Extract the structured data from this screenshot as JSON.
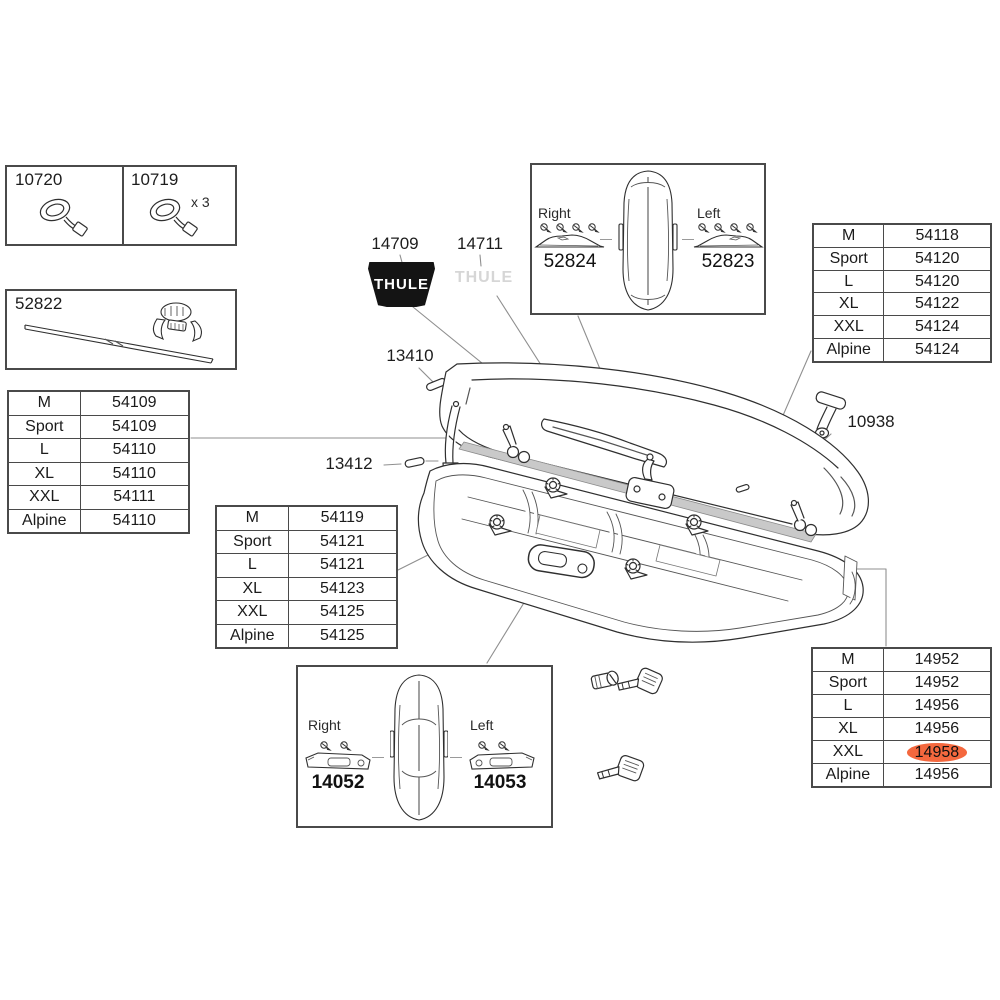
{
  "brand": {
    "logo_text": "THULE"
  },
  "highlight_color": "#f4683e",
  "panels": {
    "strap_left": {
      "id": "10720"
    },
    "strap_right": {
      "id": "10719",
      "qty": "x 3"
    },
    "tension_bar": {
      "id": "52822"
    },
    "lid_lifter": {
      "right_label": "Right",
      "right_id": "52824",
      "left_label": "Left",
      "left_id": "52823"
    },
    "lidlift_panel": {
      "right_label": "Right",
      "right_id": "14052",
      "left_label": "Left",
      "left_id": "14053"
    }
  },
  "callouts": {
    "decal_black": "14709",
    "decal_gray": "14711",
    "pin_upper": "13410",
    "pin_lower": "13412",
    "fitting": "10938"
  },
  "tables": {
    "left": {
      "rows": [
        {
          "size": "M",
          "part": "54109"
        },
        {
          "size": "Sport",
          "part": "54109"
        },
        {
          "size": "L",
          "part": "54110"
        },
        {
          "size": "XL",
          "part": "54110"
        },
        {
          "size": "XXL",
          "part": "54111"
        },
        {
          "size": "Alpine",
          "part": "54110"
        }
      ]
    },
    "top_right": {
      "rows": [
        {
          "size": "M",
          "part": "54118"
        },
        {
          "size": "Sport",
          "part": "54120"
        },
        {
          "size": "L",
          "part": "54120"
        },
        {
          "size": "XL",
          "part": "54122"
        },
        {
          "size": "XXL",
          "part": "54124"
        },
        {
          "size": "Alpine",
          "part": "54124"
        }
      ]
    },
    "middle": {
      "rows": [
        {
          "size": "M",
          "part": "54119"
        },
        {
          "size": "Sport",
          "part": "54121"
        },
        {
          "size": "L",
          "part": "54121"
        },
        {
          "size": "XL",
          "part": "54123"
        },
        {
          "size": "XXL",
          "part": "54125"
        },
        {
          "size": "Alpine",
          "part": "54125"
        }
      ]
    },
    "bottom_right": {
      "highlight_row": 4,
      "rows": [
        {
          "size": "M",
          "part": "14952"
        },
        {
          "size": "Sport",
          "part": "14952"
        },
        {
          "size": "L",
          "part": "14956"
        },
        {
          "size": "XL",
          "part": "14956"
        },
        {
          "size": "XXL",
          "part": "14958"
        },
        {
          "size": "Alpine",
          "part": "14956"
        }
      ]
    }
  },
  "icons": {
    "strap": "strap-buckle-icon",
    "tension_bar": "tension-bar-icon",
    "lid_lifter_bracket": "lid-lifter-bracket-icon",
    "screw": "screw-icon",
    "roofbox_top_view": "roofbox-top-view-icon",
    "lidlift_panel": "lidlift-panel-icon",
    "lock_cylinder": "lock-cylinder-icon",
    "key": "key-icon",
    "rivet_pin": "rivet-pin-icon"
  }
}
